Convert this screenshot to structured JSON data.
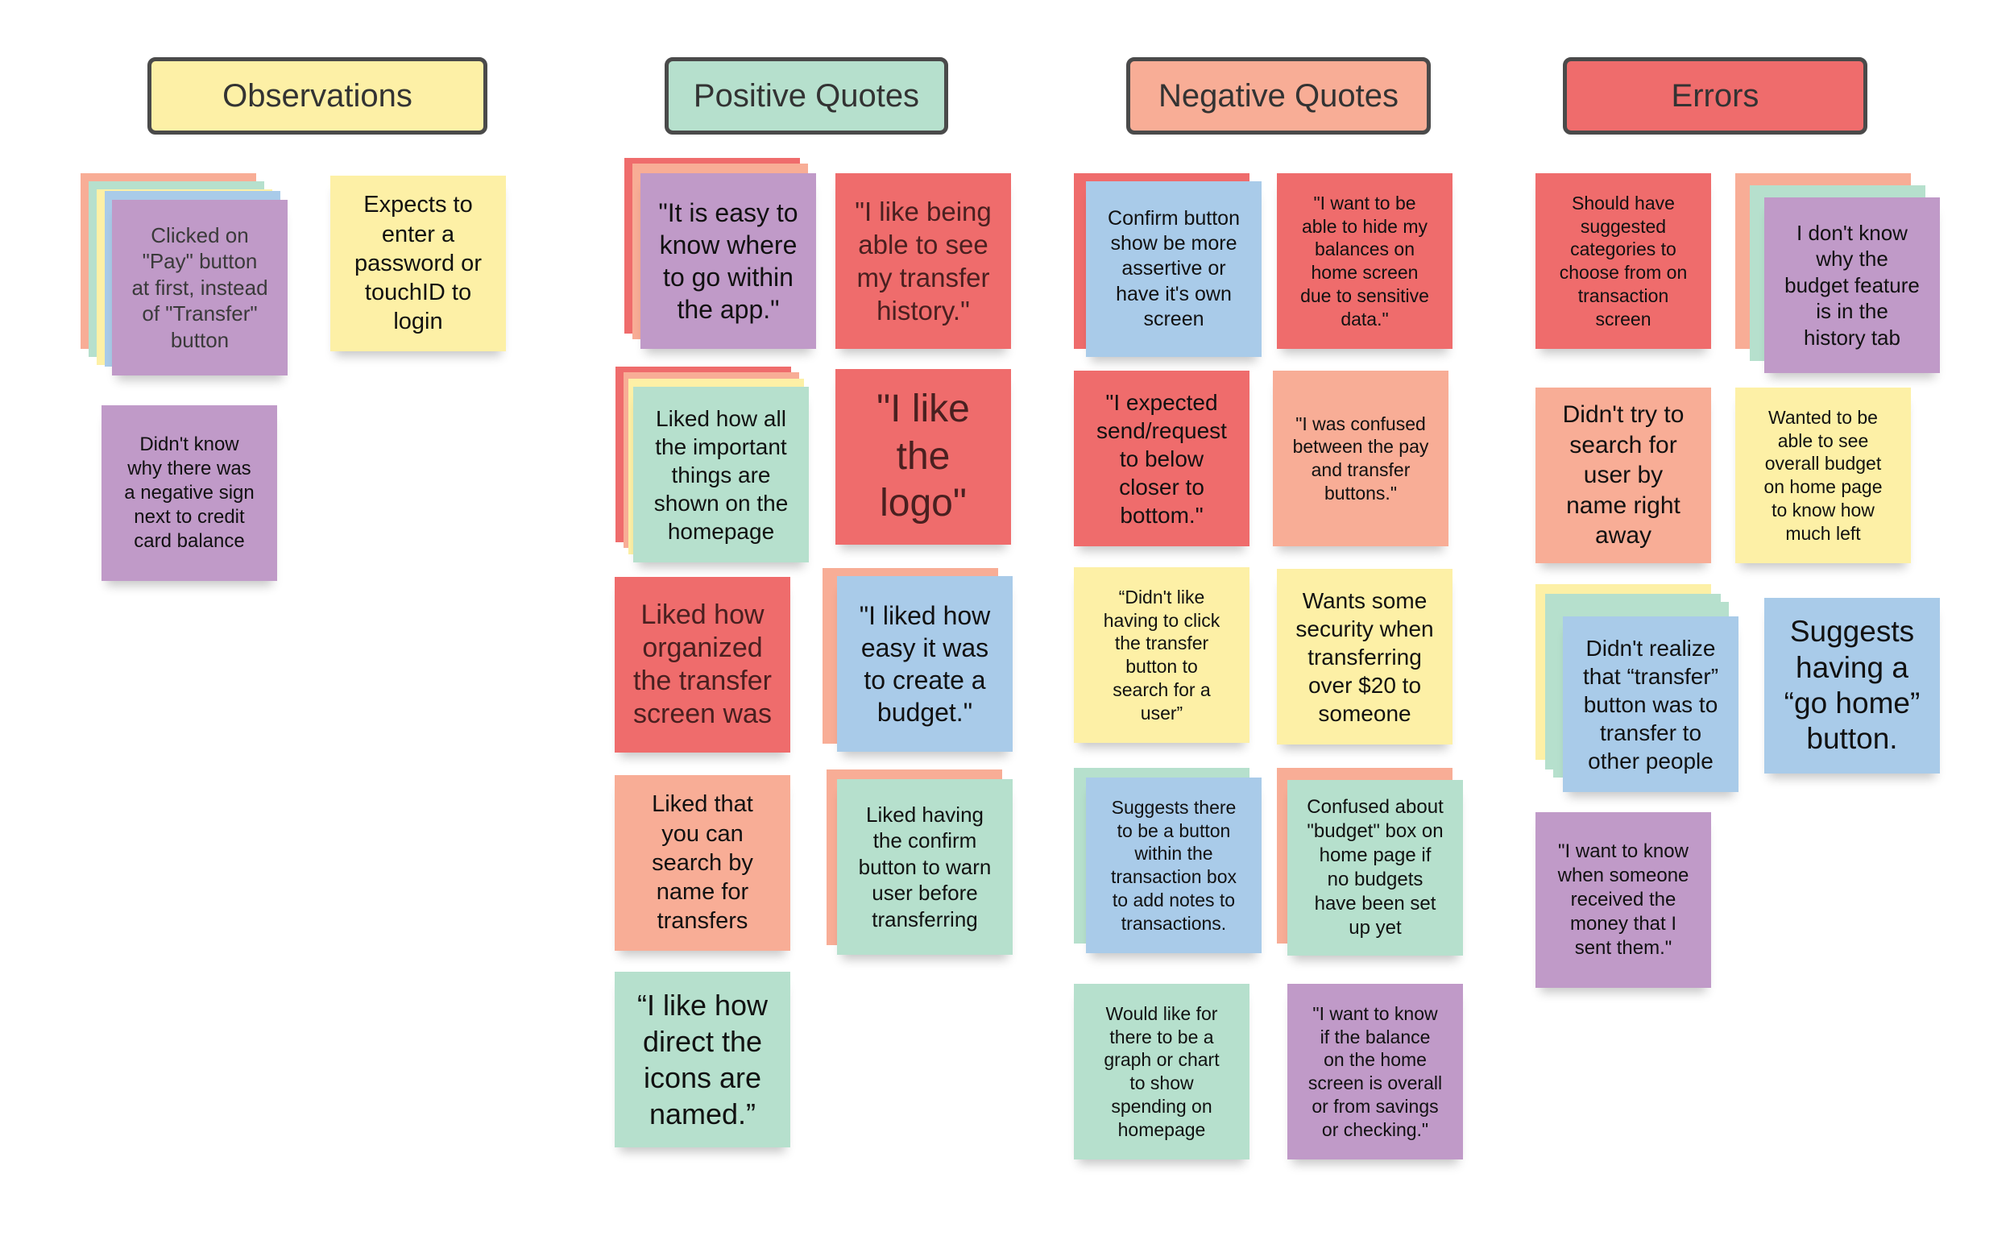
{
  "colors": {
    "yellow": "#fdf0a6",
    "teal": "#b6e0cd",
    "salmon": "#f8ad96",
    "red": "#ef6c6c",
    "purple": "#c09ac8",
    "blue": "#a9cbe9"
  },
  "headers": {
    "observations": "Observations",
    "positive": "Positive Quotes",
    "negative": "Negative Quotes",
    "errors": "Errors"
  },
  "notes": {
    "obs_pay_button": "Clicked on\n\"Pay\" button\nat first, instead\nof \"Transfer\"\nbutton",
    "obs_password": "Expects to\nenter a\npassword or\ntouchID to\nlogin",
    "obs_negative_sign": "Didn't know\nwhy there was\na negative sign\nnext to credit\ncard balance",
    "pos_easy_know": "\"It is easy to\nknow where\nto go within\nthe app.\"",
    "pos_transfer_history": "\"I like being\nable to see\nmy transfer\nhistory.\"",
    "pos_homepage": "Liked how all\nthe important\nthings are\nshown on the\nhomepage",
    "pos_logo": "\"I like\nthe\nlogo\"",
    "pos_organized": "Liked how\norganized\nthe transfer\nscreen was",
    "pos_budget": "\"I liked how\neasy it was\nto create a\nbudget.\"",
    "pos_search_name": "Liked that\nyou can\nsearch by\nname for\ntransfers",
    "pos_confirm_warn": "Liked having\nthe confirm\nbutton to warn\nuser before\ntransferring",
    "pos_icons_named": "“I like how\ndirect the\nicons are\nnamed.”",
    "neg_confirm_assertive": "Confirm button\nshow be more\nassertive or\nhave it's own\nscreen",
    "neg_hide_balances": "\"I want to be\nable to hide my\nbalances on\nhome screen\ndue to sensitive\ndata.\"",
    "neg_send_request": "\"I expected\nsend/request\nto below\ncloser to\nbottom.\"",
    "neg_confused_pay": "\"I was confused\nbetween the pay\nand transfer\nbuttons.\"",
    "neg_click_transfer": "“Didn't like\nhaving to click\nthe transfer\nbutton to\nsearch for a\nuser”",
    "neg_security": "Wants some\nsecurity when\ntransferring\nover $20 to\nsomeone",
    "neg_notes_button": "Suggests there\nto be a button\nwithin the\ntransaction box\nto add notes to\ntransactions.",
    "neg_budget_box": "Confused about\n\"budget\" box on\nhome page if\nno budgets\nhave been set\nup yet",
    "neg_graph": "Would like for\nthere to be a\ngraph or chart\nto show\nspending on\nhomepage",
    "neg_balance_overall": "\"I want to know\nif the balance\non the home\nscreen is overall\nor from savings\nor checking.\"",
    "err_categories": "Should have\nsuggested\ncategories to\nchoose from on\ntransaction\nscreen",
    "err_budget_history": "I don't know\nwhy the\nbudget feature\nis in the\nhistory tab",
    "err_search_user": "Didn't try to\nsearch for\nuser by\nname right\naway",
    "err_overall_budget": "Wanted to be\nable to see\noverall budget\non home page\nto know how\nmuch left",
    "err_transfer_people": "Didn't realize\nthat “transfer”\nbutton was to\ntransfer to\nother people",
    "err_go_home": "Suggests\nhaving a\n“go home”\nbutton.",
    "err_received": "\"I want to know\nwhen someone\nreceived the\nmoney that I\nsent them.\""
  }
}
